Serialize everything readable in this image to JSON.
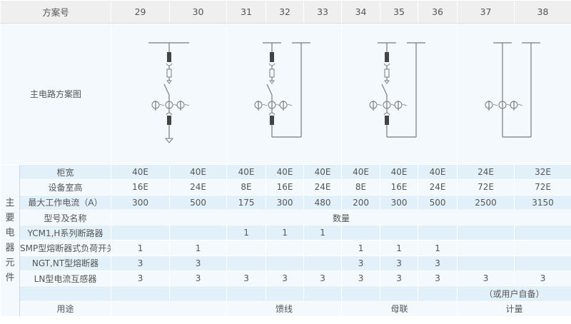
{
  "header": {
    "label": "方案号",
    "schemes": [
      "29",
      "30",
      "31",
      "32",
      "33",
      "34",
      "35",
      "36",
      "37",
      "38"
    ]
  },
  "diagram_label": "主电路方案图",
  "group_label": "主要电器元件",
  "spec_rows": [
    {
      "label": "柜宽",
      "values": [
        "40E",
        "40E",
        "40E",
        "40E",
        "40E",
        "40E",
        "40E",
        "40E",
        "24E",
        "32E"
      ]
    },
    {
      "label": "设备室高",
      "values": [
        "16E",
        "24E",
        "8E",
        "16E",
        "24E",
        "8E",
        "16E",
        "24E",
        "72E",
        "72E"
      ]
    },
    {
      "label": "最大工作电流（A）",
      "values": [
        "300",
        "500",
        "175",
        "300",
        "480",
        "200",
        "300",
        "500",
        "2500",
        "3150"
      ]
    }
  ],
  "components_header": {
    "label": "型号及名称",
    "quantity_label": "数量"
  },
  "components": [
    {
      "label": "YCM1,H系列断路器",
      "values": [
        "",
        "",
        "1",
        "1",
        "1",
        "",
        "",
        "",
        "",
        ""
      ]
    },
    {
      "label": "SMP型熔断器式负荷开关",
      "values": [
        "1",
        "1",
        "",
        "",
        "",
        "1",
        "1",
        "1",
        "",
        ""
      ]
    },
    {
      "label": "NGT,NT型熔断器",
      "values": [
        "3",
        "3",
        "",
        "",
        "",
        "3",
        "3",
        "3",
        "",
        ""
      ]
    },
    {
      "label": "LN型电流互感器",
      "values": [
        "3",
        "3",
        "3",
        "3",
        "3",
        "3",
        "3",
        "3",
        "3",
        "3"
      ]
    }
  ],
  "note": "（或用户自备）",
  "usage": {
    "label": "用途",
    "groups": [
      "",
      "馈线",
      "母联",
      "计量"
    ]
  }
}
